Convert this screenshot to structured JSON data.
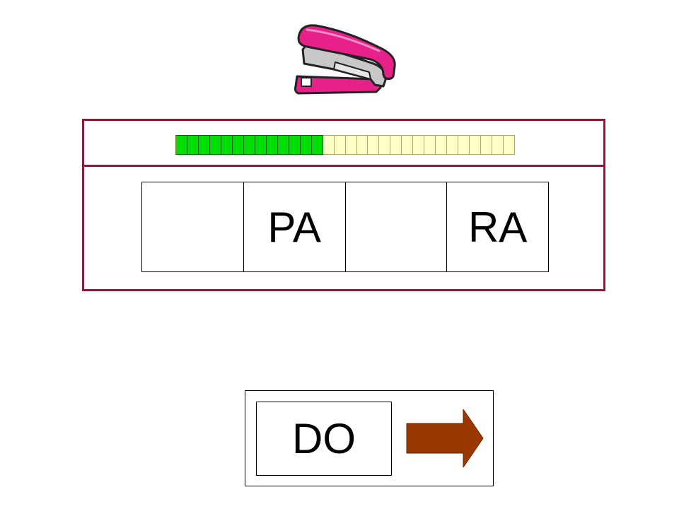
{
  "illustration": {
    "icon": "stapler-icon",
    "colors": {
      "body": "#e8208a",
      "metal": "#c8c8c8",
      "outline": "#222222"
    }
  },
  "progress": {
    "completed": 13,
    "total": 30,
    "filled_color": "#00dd00",
    "empty_color": "#ffffc8"
  },
  "word_slots": [
    {
      "text": ""
    },
    {
      "text": "PA"
    },
    {
      "text": ""
    },
    {
      "text": "RA"
    }
  ],
  "options": {
    "tile_label": "DO",
    "next_icon": "arrow-right-icon",
    "arrow_color": "#9b3800"
  },
  "theme": {
    "frame_color": "#8b1a3a"
  }
}
